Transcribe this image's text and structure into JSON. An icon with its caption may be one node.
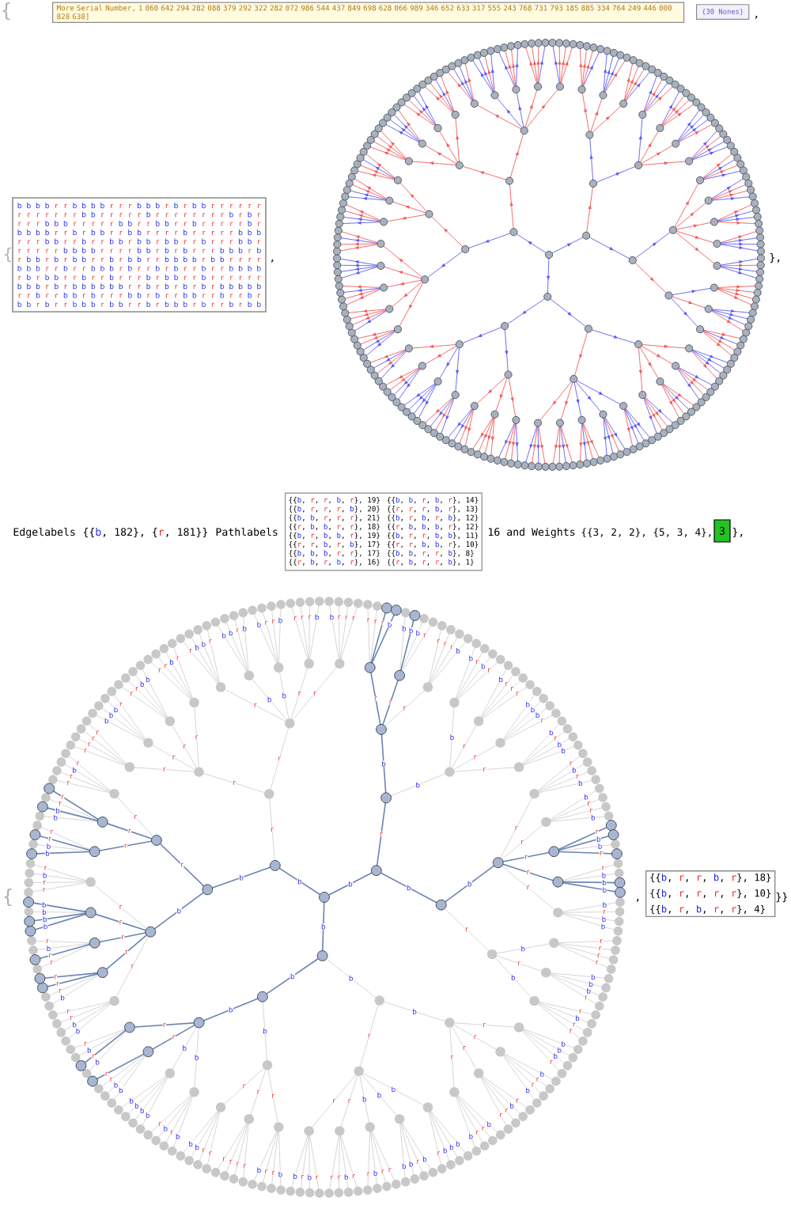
{
  "diagram": {
    "nodes": [
      {
        "text": [
          "More Serial Number, 1 060 642 294 282 088 379 292 322 282 072 986 544 437 849 698 628 066 989 346 652 633 317 555 243 768 731 793 185 885 334 764 249 446 000 828 638]"
        ]
      },
      {
        "text": [
          "{30 Nones}"
        ]
      },
      {
        "text": [
          "b",
          "b",
          "b",
          "b",
          "r",
          "r",
          "b",
          "b",
          "b",
          "b",
          "r",
          "r",
          "r",
          "b",
          "b",
          "b",
          "r",
          "b",
          "r",
          "b",
          "b",
          "r",
          "r",
          "r",
          "r",
          "r",
          "r",
          "r",
          "r",
          "r",
          "r",
          "r",
          "r",
          "r",
          "b",
          "b",
          "r",
          "r",
          "r",
          "r",
          "r",
          "b",
          "r",
          "r",
          "r",
          "r",
          "r",
          "r",
          "r",
          "r",
          "b",
          "r",
          "b",
          "r",
          "r",
          "r",
          "r",
          "b",
          "b",
          "b",
          "r",
          "r",
          "r",
          "r",
          "r",
          "b",
          "b",
          "r",
          "r",
          "b",
          "b",
          "r",
          "r",
          "b",
          "r",
          "r",
          "r",
          "r",
          "r",
          "b",
          "r",
          "b",
          "b",
          "b",
          "b",
          "r",
          "r",
          "b",
          "r",
          "b",
          "b",
          "r",
          "r",
          "b",
          "b",
          "r",
          "r",
          "r",
          "r",
          "b",
          "r",
          "r",
          "r",
          "r",
          "r",
          "b",
          "b",
          "b",
          "r",
          "r",
          "r",
          "b",
          "b",
          "r",
          "r",
          "b",
          "r",
          "r",
          "b",
          "b",
          "r",
          "b",
          "b",
          "r",
          "b",
          "b",
          "r",
          "r",
          "b",
          "r",
          "r",
          "r",
          "b",
          "b",
          "r",
          "r",
          "r",
          "r",
          "r",
          "r",
          "b",
          "b",
          "b",
          "b",
          "r",
          "r",
          "r",
          "r",
          "b",
          "b",
          "r",
          "b",
          "r",
          "b",
          "r",
          "r",
          "r",
          "b",
          "b",
          "b",
          "r",
          "b",
          "r",
          "b",
          "b",
          "r",
          "b",
          "r",
          "b",
          "b",
          "r",
          "r",
          "b",
          "r",
          "b",
          "b",
          "r",
          "r",
          "b",
          "b",
          "b",
          "b",
          "r",
          "b",
          "b",
          "r",
          "r",
          "r",
          "r",
          "b",
          "b",
          "b",
          "r",
          "r",
          "b",
          "r",
          "r",
          "b",
          "b",
          "b",
          "r",
          "b",
          "r",
          "r",
          "b",
          "r",
          "b",
          "r",
          "r",
          "b",
          "r",
          "r",
          "b",
          "b",
          "b",
          "b",
          "r",
          "b",
          "r",
          "b",
          "b",
          "r",
          "r",
          "b",
          "r",
          "r",
          "b",
          "r",
          "r",
          "r",
          "b",
          "r",
          "b",
          "b",
          "r",
          "r",
          "b",
          "r",
          "r",
          "r",
          "r",
          "r",
          "r",
          "b",
          "b",
          "b",
          "r",
          "b",
          "r",
          "b",
          "b",
          "b",
          "b",
          "b",
          "b",
          "r",
          "r",
          "b",
          "r",
          "b",
          "r",
          "b",
          "r",
          "b",
          "r",
          "b",
          "b",
          "b",
          "b",
          "b",
          "r",
          "r",
          "b",
          "r",
          "r",
          "b",
          "b",
          "r",
          "b",
          "r",
          "r",
          "r",
          "b",
          "b",
          "r",
          "b",
          "r",
          "r",
          "b",
          "b",
          "r",
          "r",
          "b",
          "r",
          "r",
          "b",
          "r",
          "b",
          "b",
          "r",
          "b",
          "r",
          "r",
          "b",
          "b",
          "b",
          "r",
          "b",
          "b",
          "r",
          "r",
          "b",
          "r",
          "b",
          "b",
          "b",
          "r",
          "b",
          "r",
          "r",
          "b",
          "r",
          "b",
          "b"
        ]
      },
      {
        "text": [
          "{{",
          "b",
          ", ",
          "r",
          ", ",
          "r",
          ", ",
          "b",
          ", ",
          "r",
          "}, 19}",
          "{{",
          "b",
          ", ",
          "b",
          ", ",
          "r",
          ", ",
          "b",
          ", ",
          "r",
          "}, 14}",
          "{{",
          "b",
          ", ",
          "r",
          ", ",
          "r",
          ", ",
          "r",
          ", ",
          "b",
          "}, 20}",
          "{{",
          "r",
          ", ",
          "r",
          ", ",
          "r",
          ", ",
          "b",
          ", ",
          "r",
          "}, 13}",
          "{{",
          "b",
          ", ",
          "b",
          ", ",
          "r",
          ", ",
          "r",
          ", ",
          "r",
          "}, 21}",
          "{{",
          "b",
          ", ",
          "r",
          ", ",
          "b",
          ", ",
          "r",
          ", ",
          "b",
          "}, 12}",
          "{{",
          "r",
          ", ",
          "b",
          ", ",
          "b",
          ", ",
          "r",
          ", ",
          "r",
          "}, 18}",
          "{{",
          "r",
          ", ",
          "b",
          ", ",
          "b",
          ", ",
          "b",
          ", ",
          "r",
          "}, 12}",
          "{{",
          "b",
          ", ",
          "r",
          ", ",
          "b",
          ", ",
          "b",
          ", ",
          "r",
          "}, 19}",
          "{{",
          "b",
          ", ",
          "r",
          ", ",
          "r",
          ", ",
          "b",
          ", ",
          "b",
          "}, 11}",
          "{{",
          "r",
          ", ",
          "r",
          ", ",
          "b",
          ", ",
          "r",
          ", ",
          "b",
          "}, 17}",
          "{{",
          "r",
          ", ",
          "r",
          ", ",
          "b",
          ", ",
          "b",
          ", ",
          "r",
          "}, 10}",
          "{{",
          "b",
          ", ",
          "b",
          ", ",
          "b",
          ", ",
          "r",
          ", ",
          "r",
          "}, 17}",
          "{{",
          "b",
          ", ",
          "b",
          ", ",
          "r",
          ", ",
          "r",
          ", ",
          "b",
          "}, 8}",
          "{{",
          "r",
          ", ",
          "b",
          ", ",
          "r",
          ", ",
          "b",
          ", ",
          "r",
          "}, 16}",
          "{{",
          "r",
          ", ",
          "b",
          ", ",
          "r",
          ", ",
          "r",
          ", ",
          "b",
          "}, 1}"
        ]
      },
      {
        "text": [
          "3"
        ]
      },
      {
        "text": [
          "{{",
          "b",
          ", ",
          "r",
          ", ",
          "r",
          ", ",
          "b",
          ", ",
          "r",
          "}, 18}",
          "{{",
          "b",
          ", ",
          "r",
          ", ",
          "r",
          ", ",
          "r",
          ", ",
          "r",
          "}, 10}",
          "{{",
          "b",
          ", ",
          "r",
          ", ",
          "b",
          ", ",
          "r",
          ", ",
          "r",
          "}, 4}"
        ]
      }
    ],
    "labels": [
      "{",
      ",",
      "{",
      ",",
      "},",
      "Edgelabels",
      "{{",
      "b",
      ", 182}, {",
      "r",
      ", 181}}",
      "Pathlabels",
      "16 and Weights",
      "{{3, 2, 2}, {5, 3, 4},",
      "},",
      "{",
      ",",
      "}}",
      "b",
      "b",
      "b",
      "b",
      "r",
      "r",
      "b",
      "b",
      "b",
      "b",
      "r",
      "r",
      "r",
      "b",
      "b",
      "b",
      "r",
      "b",
      "r",
      "b",
      "b",
      "r",
      "r",
      "r",
      "r",
      "r",
      "r",
      "r",
      "r",
      "r",
      "r",
      "r",
      "r",
      "r",
      "b",
      "b",
      "r",
      "r",
      "r",
      "r",
      "r",
      "b",
      "r",
      "r",
      "r",
      "r",
      "r",
      "r",
      "r",
      "r",
      "b",
      "r",
      "b",
      "r",
      "r",
      "r",
      "r",
      "b",
      "b",
      "b",
      "r",
      "r",
      "r",
      "r",
      "r",
      "b",
      "b",
      "r",
      "r",
      "b",
      "b",
      "r",
      "r",
      "b",
      "r",
      "r",
      "r",
      "r",
      "r",
      "b",
      "r",
      "b",
      "b",
      "b",
      "b",
      "r",
      "r",
      "b",
      "r",
      "b",
      "b",
      "r",
      "r",
      "b",
      "b",
      "r",
      "r",
      "r",
      "r",
      "b",
      "r",
      "r",
      "r",
      "r",
      "r",
      "b",
      "b",
      "b",
      "r",
      "r",
      "r",
      "b",
      "b",
      "r",
      "r",
      "b",
      "r",
      "r",
      "b",
      "b",
      "r",
      "b",
      "b",
      "r",
      "b",
      "b",
      "r",
      "r",
      "b",
      "r",
      "r",
      "r",
      "b",
      "b",
      "r",
      "r",
      "r",
      "r",
      "r",
      "r",
      "b",
      "b",
      "b",
      "b",
      "r",
      "r",
      "r",
      "r",
      "b",
      "b",
      "r",
      "b",
      "r",
      "b",
      "r",
      "r",
      "r",
      "b",
      "b",
      "b",
      "r",
      "b",
      "r",
      "b",
      "b",
      "r",
      "b",
      "r",
      "b",
      "b",
      "r",
      "r",
      "b",
      "r",
      "b",
      "b",
      "r",
      "r",
      "b",
      "b",
      "b",
      "b",
      "r",
      "b",
      "b",
      "r",
      "r",
      "r",
      "r",
      "b",
      "b",
      "b",
      "r",
      "r",
      "b",
      "r",
      "r",
      "b",
      "b",
      "b",
      "r",
      "b",
      "r",
      "r",
      "b",
      "r",
      "b",
      "r",
      "r",
      "b",
      "r",
      "r",
      "b",
      "b",
      "b",
      "b",
      "r",
      "b",
      "r",
      "b",
      "b",
      "r",
      "r",
      "b",
      "r",
      "r",
      "b",
      "r",
      "r",
      "r",
      "b",
      "r",
      "b",
      "b",
      "r",
      "r",
      "b",
      "r",
      "r",
      "r",
      "r",
      "r",
      "r",
      "b",
      "b",
      "b",
      "r",
      "b",
      "r",
      "b",
      "b",
      "b",
      "b",
      "b",
      "b",
      "r",
      "r",
      "b",
      "r",
      "b",
      "r"
    ]
  }
}
